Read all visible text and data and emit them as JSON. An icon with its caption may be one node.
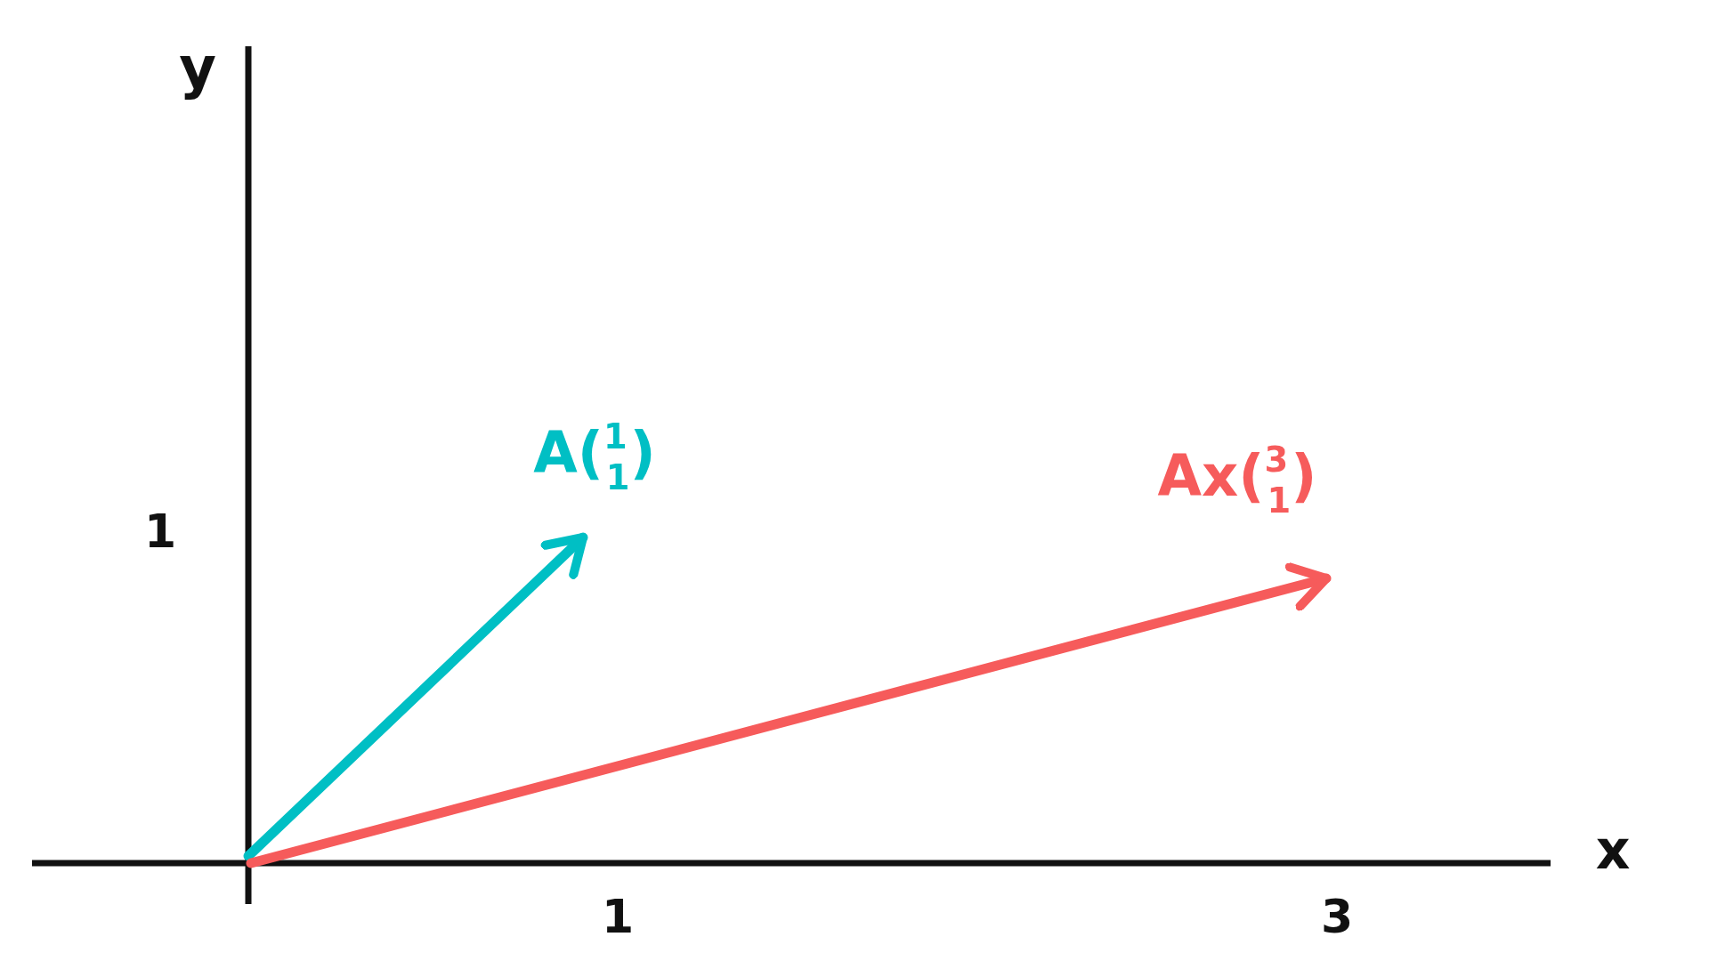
{
  "diagram": {
    "labels": [
      "y",
      "A($^{1}$$_{1}$)",
      "Ax($^{3}$$_{1}$)",
      "1",
      "x",
      "1",
      "3"
    ]
  }
}
